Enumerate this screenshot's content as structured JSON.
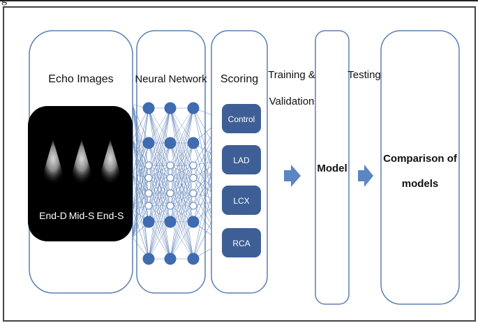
{
  "figure_label": "g",
  "panels": {
    "echo": {
      "title": "Echo Images",
      "frames": [
        "End-D",
        "Mid-S",
        "End-S"
      ]
    },
    "network": {
      "title": "Neural Network"
    },
    "scoring": {
      "title": "Scoring",
      "classes": [
        "Control",
        "LAD",
        "LCX",
        "RCA"
      ]
    },
    "model": {
      "label": "Model"
    },
    "comparison": {
      "label_line1": "Comparison of",
      "label_line2": "models"
    }
  },
  "arrows": {
    "training": {
      "line1": "Training &",
      "line2": "Validation"
    },
    "testing": {
      "line1": "Testing"
    }
  },
  "colors": {
    "panel_stroke": "#5b7fb0",
    "node_fill": "#3f6bb0",
    "node_hollow_stroke": "#7396c9",
    "edge": "#6f8fbd",
    "class_box": "#3d5f95",
    "arrow": "#5a86c4",
    "echo_bg": "#000000"
  }
}
